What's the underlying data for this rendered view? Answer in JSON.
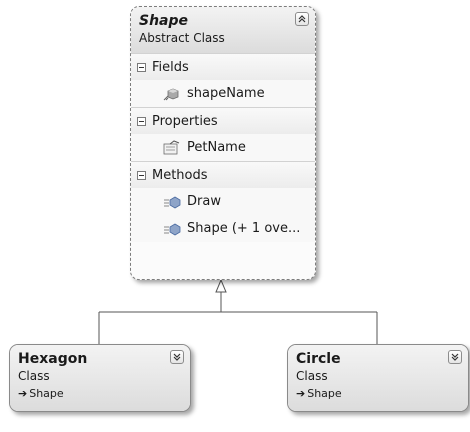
{
  "diagram": {
    "shape": {
      "name": "Shape",
      "stereotype": "Abstract Class",
      "compartments": {
        "fields": {
          "title": "Fields",
          "items": [
            {
              "name": "shapeName",
              "icon": "field-icon"
            }
          ]
        },
        "properties": {
          "title": "Properties",
          "items": [
            {
              "name": "PetName",
              "icon": "property-icon"
            }
          ]
        },
        "methods": {
          "title": "Methods",
          "items": [
            {
              "name": "Draw",
              "icon": "method-icon"
            },
            {
              "name": "Shape (+ 1 ove...",
              "icon": "method-icon"
            }
          ]
        }
      }
    },
    "hexagon": {
      "name": "Hexagon",
      "stereotype": "Class",
      "base_arrow": "➔",
      "base": "Shape"
    },
    "circle": {
      "name": "Circle",
      "stereotype": "Class",
      "base_arrow": "➔",
      "base": "Shape"
    },
    "colors": {
      "border": "#8a8a8a",
      "header_top": "#f3f3f3",
      "header_bottom": "#dcdcdc",
      "method_icon": "#5a7fb5",
      "line": "#555555"
    }
  }
}
